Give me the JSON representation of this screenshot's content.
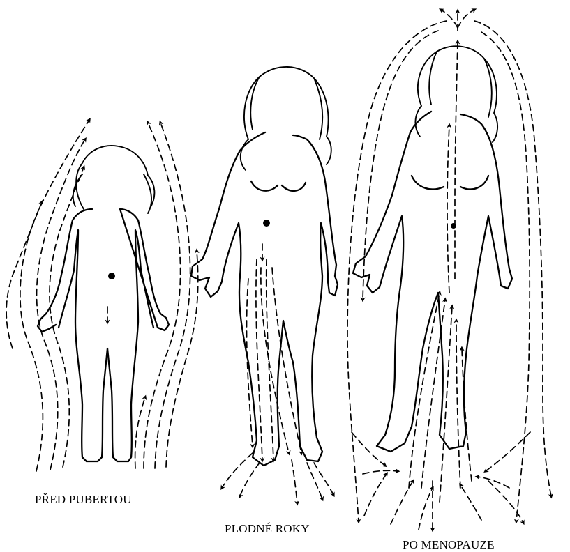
{
  "labels": {
    "pre_puberty": "PŘED PUBERTOU",
    "fertile_years": "PLODNÉ ROKY",
    "post_menopause": "PO MENOPAUZE"
  },
  "colors": {
    "ink": "#000000",
    "background": "#ffffff"
  }
}
